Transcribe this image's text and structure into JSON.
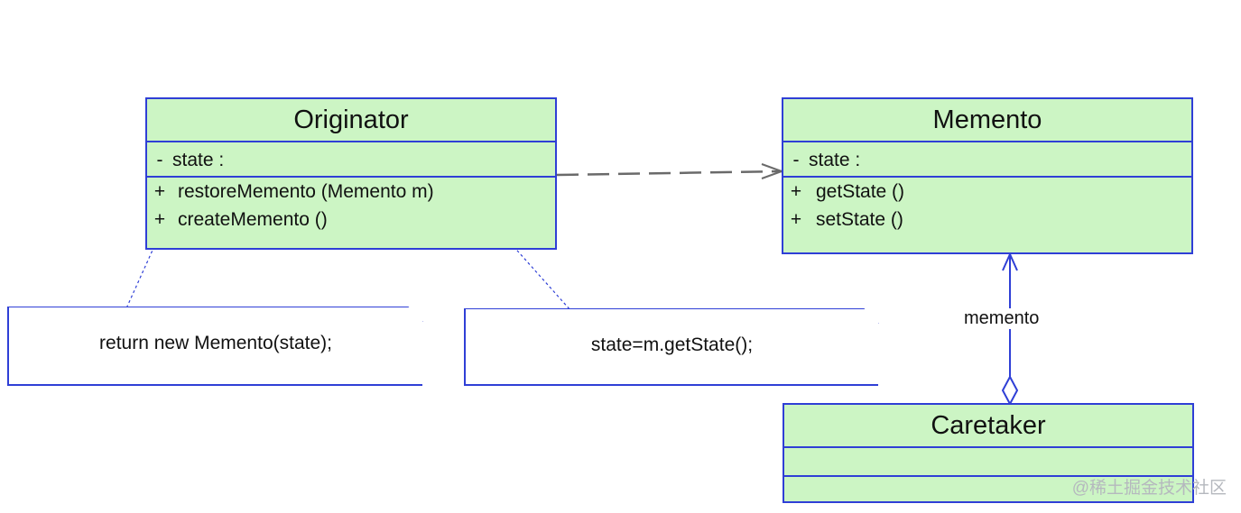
{
  "diagram": {
    "originator": {
      "name": "Originator",
      "attributes": [
        {
          "visibility": "-",
          "text": "state :"
        }
      ],
      "operations": [
        {
          "visibility": "+",
          "text": "restoreMemento (Memento m)"
        },
        {
          "visibility": "+",
          "text": "createMemento ()"
        }
      ]
    },
    "memento": {
      "name": "Memento",
      "attributes": [
        {
          "visibility": "-",
          "text": "state :"
        }
      ],
      "operations": [
        {
          "visibility": "+",
          "text": "getState ()"
        },
        {
          "visibility": "+",
          "text": "setState ()"
        }
      ]
    },
    "caretaker": {
      "name": "Caretaker"
    },
    "notes": {
      "create_memento": "return new Memento(state);",
      "restore_memento": "state=m.getState();"
    },
    "association": {
      "label": "memento"
    },
    "colors": {
      "class_fill": "#ccf5c4",
      "border": "#2f3fd6",
      "dependency_line": "#6a6a6a"
    }
  },
  "watermark": "@稀土掘金技术社区"
}
